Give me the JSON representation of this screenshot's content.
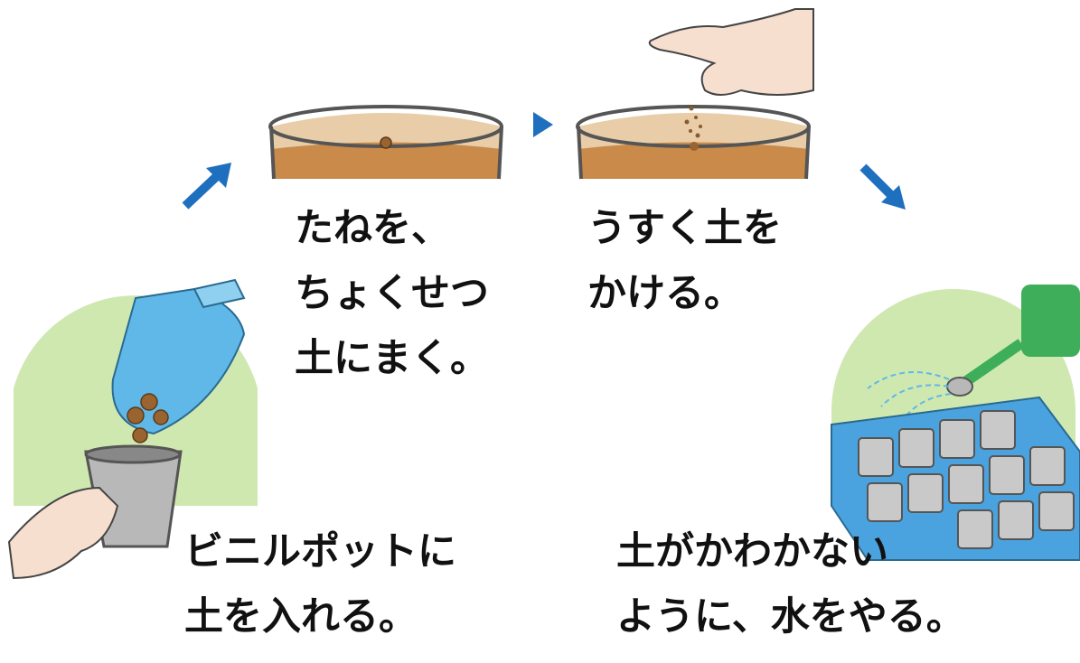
{
  "steps": [
    {
      "lines": [
        "たねを、",
        "ちょくせつ",
        "土にまく。"
      ]
    },
    {
      "lines": [
        "うすく土を",
        "かける。"
      ]
    },
    {
      "lines": [
        "ビニルポットに",
        "土を入れる。"
      ]
    },
    {
      "lines": [
        "土がかわかない",
        "ように、水をやる。"
      ]
    }
  ],
  "colors": {
    "arrow": "#1f6fbf",
    "soil": "#c98a4a",
    "circle_bg": "#cfe8b0",
    "water": "#5fb8e8",
    "tray": "#4aa3df"
  }
}
